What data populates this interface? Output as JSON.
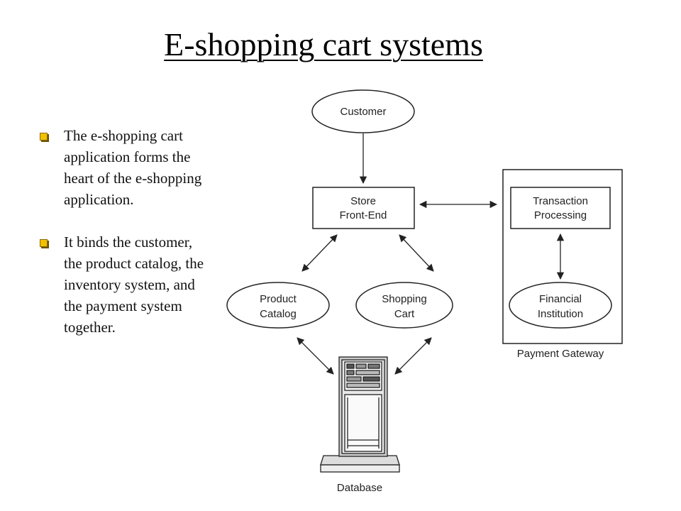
{
  "slide": {
    "title": "E-shopping cart systems",
    "bullets": [
      {
        "text": "The e-shopping cart application forms the heart of the e-shopping application."
      },
      {
        "text": "It binds the customer, the product catalog, the inventory system, and the payment system together."
      }
    ]
  },
  "diagram": {
    "customer": {
      "label": "Customer"
    },
    "store_front_end": {
      "line1": "Store",
      "line2": "Front-End"
    },
    "product_catalog": {
      "line1": "Product",
      "line2": "Catalog"
    },
    "shopping_cart": {
      "line1": "Shopping",
      "line2": "Cart"
    },
    "transaction_processing": {
      "line1": "Transaction",
      "line2": "Processing"
    },
    "financial_institution": {
      "line1": "Financial",
      "line2": "Institution"
    },
    "payment_gateway": {
      "label": "Payment Gateway"
    },
    "database": {
      "label": "Database"
    }
  },
  "colors": {
    "bullet": "#f2c200",
    "stroke": "#222222"
  }
}
